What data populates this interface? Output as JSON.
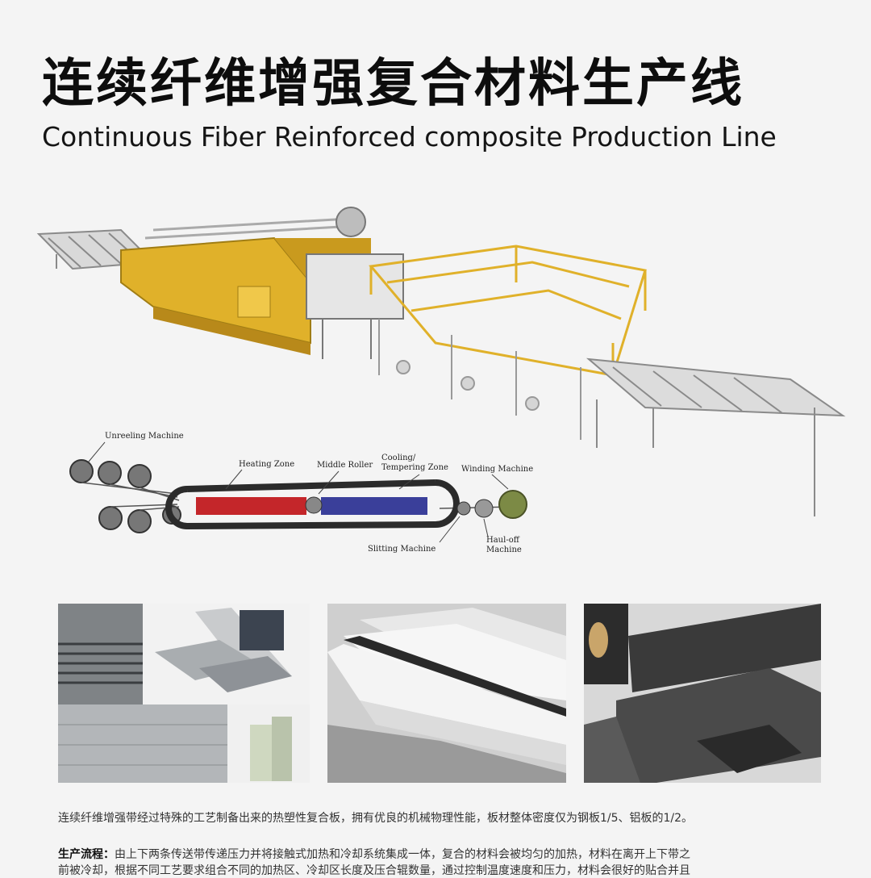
{
  "header": {
    "title_cn": "连续纤维增强复合材料生产线",
    "title_en": "Continuous Fiber Reinforced composite Production Line"
  },
  "diagram": {
    "labels": {
      "unreeling": "Unreeling Machine",
      "heating": "Heating Zone",
      "middle_roller": "Middle Roller",
      "cooling_1": "Cooling/",
      "cooling_2": "Tempering Zone",
      "winding": "Winding Machine",
      "slitting": "Slitting Machine",
      "hauloff_1": "Haul-off",
      "hauloff_2": "Machine"
    },
    "colors": {
      "heating": "#c4262a",
      "cooling": "#3a3f9a",
      "belt": "#2b2b2b",
      "winding": "#7c8a45",
      "machine": "#e0b12a"
    }
  },
  "footer": {
    "description": "连续纤维增强带经过特殊的工艺制备出来的热塑性复合板，拥有优良的机械物理性能，板材整体密度仅为钢板1/5、铝板的1/2。",
    "flow_label": "生产流程：",
    "flow_text": "由上下两条传送带传递压力并将接触式加热和冷却系统集成一体，复合的材料会被均匀的加热，材料在离开上下带之",
    "flow_text_2": "前被冷却，根据不同工艺要求组合不同的加热区、冷却区长度及压合辊数量，通过控制温度速度和压力，材料会很好的贴合并且"
  }
}
